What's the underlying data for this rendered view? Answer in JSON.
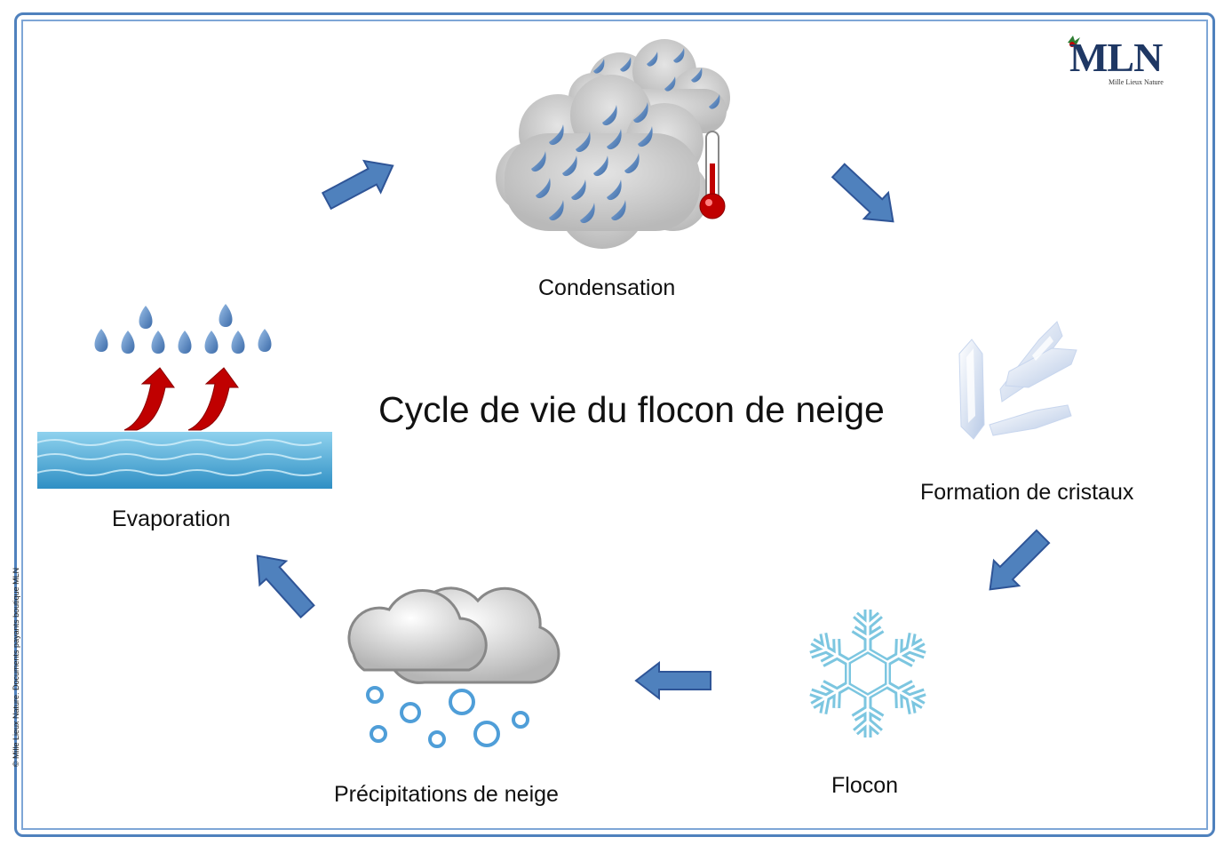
{
  "title": "Cycle de vie du flocon de neige",
  "stages": {
    "condensation": "Condensation",
    "cristaux": "Formation de cristaux",
    "flocon": "Flocon",
    "precipitations": "Précipitations de neige",
    "evaporation": "Evaporation"
  },
  "logo": {
    "text": "MLN",
    "subtitle": "Mille Lieux Nature"
  },
  "copyright": "© Mille Lieux Nature. Documents payants boutique MLN",
  "colors": {
    "frame": "#4f81bd",
    "arrow": "#4f81bd",
    "arrow_stroke": "#2f5597",
    "drop": "#5b86b8",
    "cloud": "#c8c8c8",
    "snowflake": "#7cc6e0",
    "evaporation_arrow": "#c00000",
    "sea": "#4aa7d3"
  },
  "icons": [
    "cloud-rain-icon",
    "thermometer-icon",
    "ice-crystals-icon",
    "snowflake-icon",
    "snow-cloud-icon",
    "evaporation-icon",
    "cycle-arrow-icon",
    "logo-mln"
  ]
}
